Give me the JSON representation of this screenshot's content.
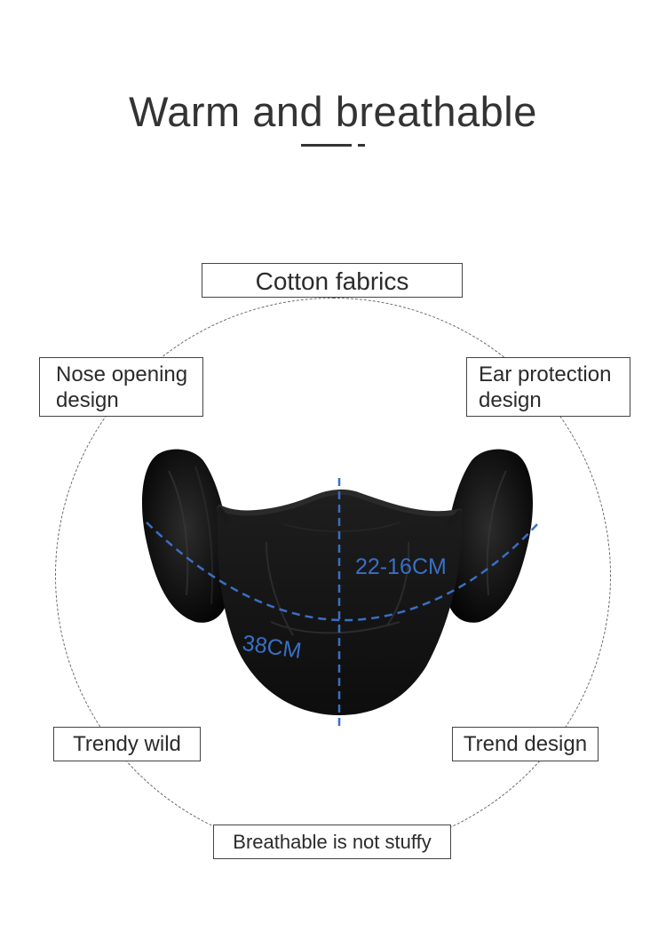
{
  "header": {
    "title": "Warm and breathable"
  },
  "features": {
    "top": "Cotton fabrics",
    "upper_left": "Nose opening\ndesign",
    "upper_right": "Ear protection\ndesign",
    "lower_left": "Trendy wild",
    "lower_right": "Trend design",
    "bottom": "Breathable is not stuffy"
  },
  "measurements": {
    "height": "22-16CM",
    "width": "38CM"
  },
  "colors": {
    "measure_line": "#3a6fc4",
    "mask": "#161616",
    "background": "#ffffff"
  }
}
